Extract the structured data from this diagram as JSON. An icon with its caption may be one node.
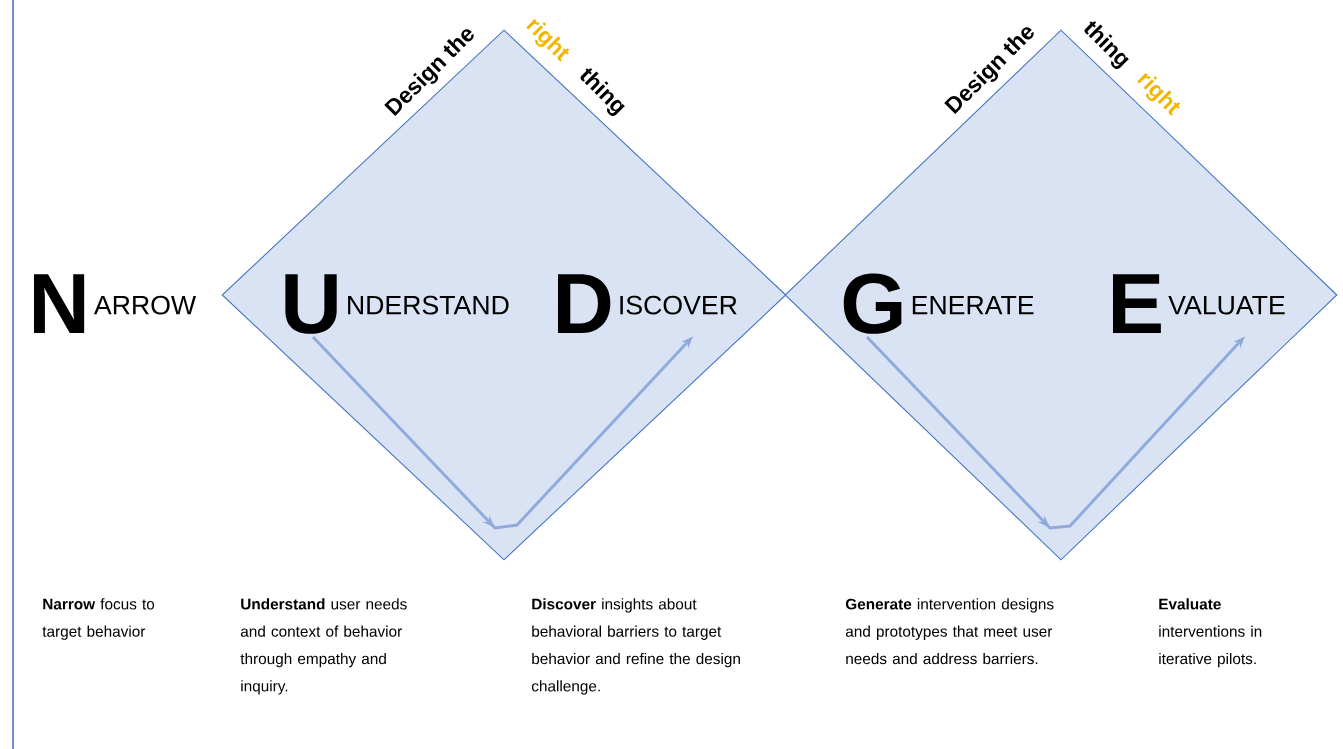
{
  "diagram": {
    "nodes": [
      {
        "text": [
          "N",
          "ARROW"
        ],
        "beside": [
          "**Narrow** focus to target behavior"
        ]
      },
      {
        "text": [
          "Design the",
          "right",
          "thing"
        ]
      },
      {
        "text": [
          "U",
          "NDERSTAND"
        ],
        "in": 1,
        "beside": [
          "**Understand** user needs and context of behavior through empathy and inquiry."
        ]
      },
      {
        "text": [
          "D",
          "ISCOVER"
        ],
        "in": 1,
        "beside": [
          "**Discover** insights about behavioral barriers to target behavior and refine the design challenge."
        ]
      },
      {
        "text": [
          "Design the",
          "thing",
          "right"
        ]
      },
      {
        "text": [
          "G",
          "ENERATE"
        ],
        "in": 4,
        "beside": [
          "**Generate** intervention designs and prototypes that meet user needs and address barriers."
        ]
      },
      {
        "text": [
          "E",
          "VALUATE"
        ],
        "in": 4,
        "beside": [
          "**Evaluate** interventions in iterative pilots."
        ]
      }
    ],
    "edges": [
      {
        "from": 2,
        "to": 3,
        "arrow": "to"
      },
      {
        "from": 5,
        "to": 6,
        "arrow": "to"
      }
    ]
  }
}
